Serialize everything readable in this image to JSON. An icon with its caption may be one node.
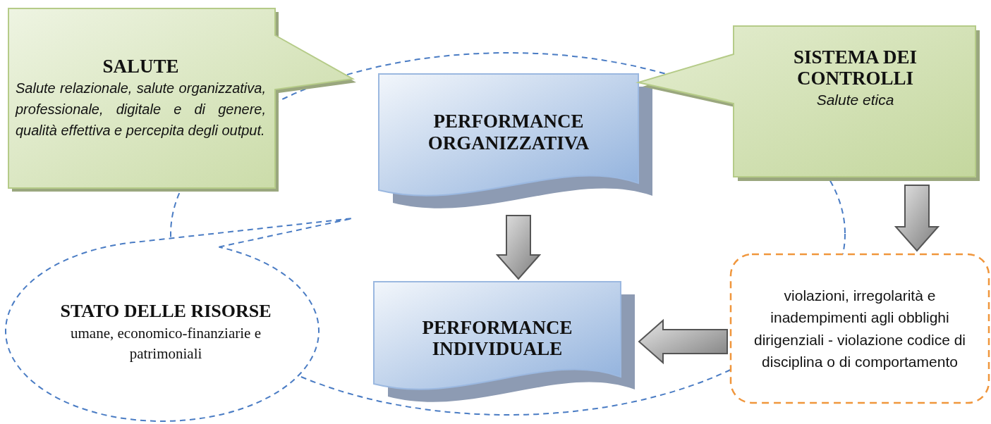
{
  "diagram": {
    "nodes": [
      {
        "text": [
          "SALUTE",
          "Salute relazionale, salute organizzativa, professionale, digitale e di genere, qualità effettiva e percepita degli output."
        ]
      },
      {
        "text": [
          "PERFORMANCE ORGANIZZATIVA"
        ]
      },
      {
        "text": [
          "SISTEMA DEI CONTROLLI",
          "Salute etica"
        ]
      },
      {
        "text": [
          "**STATO DELLE RISORSE** umane, economico-finanziarie e patrimoniali"
        ]
      },
      {
        "text": [
          "PERFORMANCE INDIVIDUALE"
        ]
      },
      {
        "text": [
          "violazioni, irregolarità e inadempimenti agli obblighi dirigenziali - violazione codice di disciplina o di comportamento"
        ]
      }
    ],
    "edges": [
      {
        "from": 1,
        "to": 4,
        "arrow": "to"
      },
      {
        "from": 2,
        "to": 5,
        "arrow": "to"
      },
      {
        "from": 5,
        "to": 4,
        "arrow": "to"
      }
    ]
  }
}
